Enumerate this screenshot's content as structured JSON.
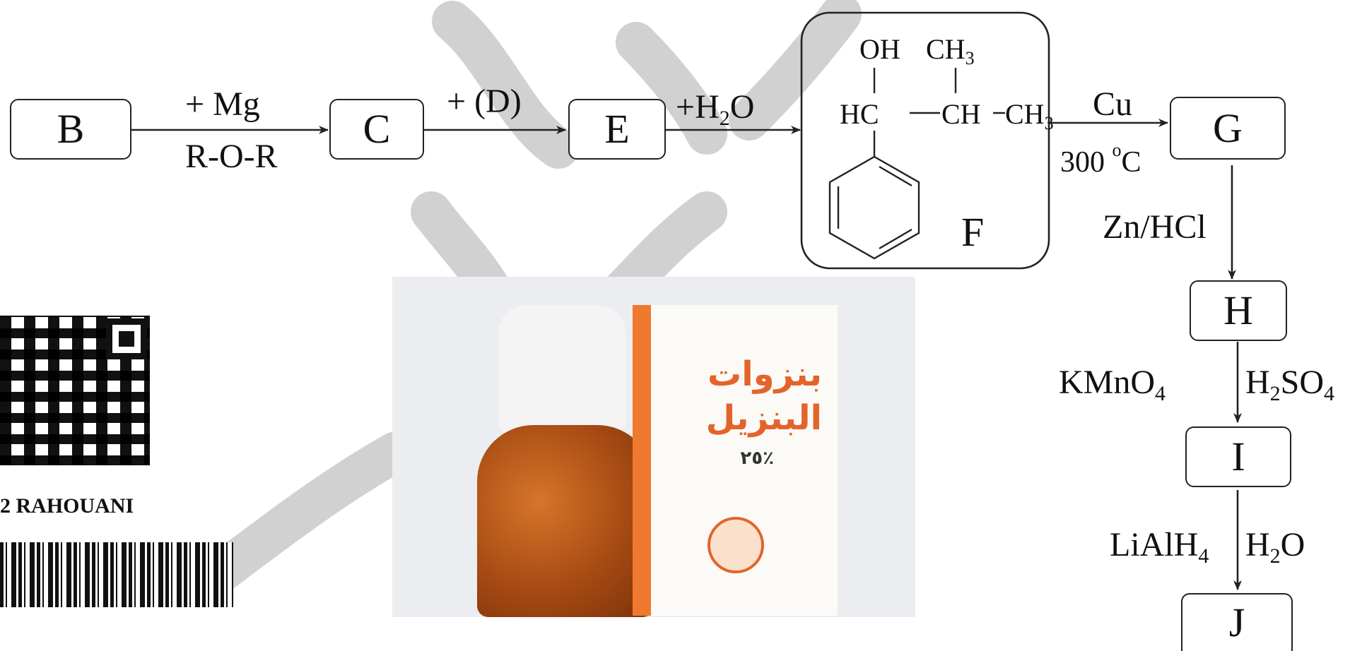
{
  "nodes": {
    "B": "B",
    "C": "C",
    "E": "E",
    "G": "G",
    "H": "H",
    "I": "I",
    "J": "J",
    "F_label": "F"
  },
  "reagents": {
    "b_c_top": "+ Mg",
    "b_c_bottom": "R-O-R",
    "c_e_top": "+ (D)",
    "e_f_top_prefix": "+H",
    "e_f_top_sub": "2",
    "e_f_top_suffix": "O",
    "f_g_top": "Cu",
    "f_g_bottom_num": "300 ",
    "f_g_bottom_deg": "o",
    "f_g_bottom_unit": "C",
    "g_h_left": "Zn/HCl",
    "h_i_left_main": "KMnO",
    "h_i_left_sub": "4",
    "h_i_right_main": "H",
    "h_i_right_sub1": "2",
    "h_i_right_mid": "SO",
    "h_i_right_sub2": "4",
    "i_j_left_main": "LiAlH",
    "i_j_left_sub": "4",
    "i_j_right_main": "H",
    "i_j_right_sub": "2",
    "i_j_right_suffix": "O"
  },
  "structure_F": {
    "oh": "OH",
    "ch3_top_main": "CH",
    "ch3_top_sub": "3",
    "hc": "HC",
    "ch": "CH",
    "ch3_right_main": "CH",
    "ch3_right_sub": "3"
  },
  "left_panel": {
    "code_text": "2 RAHOUANI"
  },
  "photo": {
    "box_title_line1": "بنزوات",
    "box_title_line2": "البنزيل",
    "box_percent": "٪٢٥"
  },
  "colors": {
    "accent_orange": "#f07930",
    "watermark": "#c8c8c8"
  }
}
